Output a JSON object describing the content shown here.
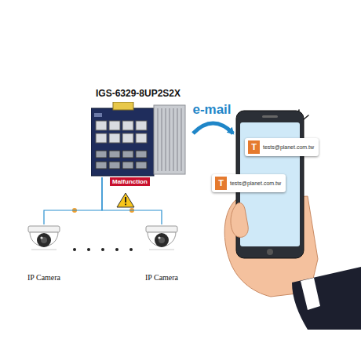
{
  "diagram": {
    "nodes": [
      {
        "text": [
          "IGS-6329-8UP2S2X"
        ]
      },
      {
        "text": []
      },
      {
        "text": [
          "T",
          "tests@planet.com.tw"
        ],
        "in": 1
      },
      {
        "text": [
          "T",
          "tests@planet.com.tw"
        ],
        "in": 1
      },
      {
        "text": [
          "IP Camera"
        ]
      },
      {
        "text": [
          "IP Camera"
        ]
      }
    ],
    "edges": [
      {
        "from": 0,
        "to": 1,
        "label": "e-mail",
        "arrow": "to"
      },
      {
        "from": 0,
        "to": 4,
        "arrow": "none"
      },
      {
        "from": 0,
        "to": 5,
        "arrow": "none"
      }
    ],
    "labels": [
      "Malfunction"
    ]
  }
}
